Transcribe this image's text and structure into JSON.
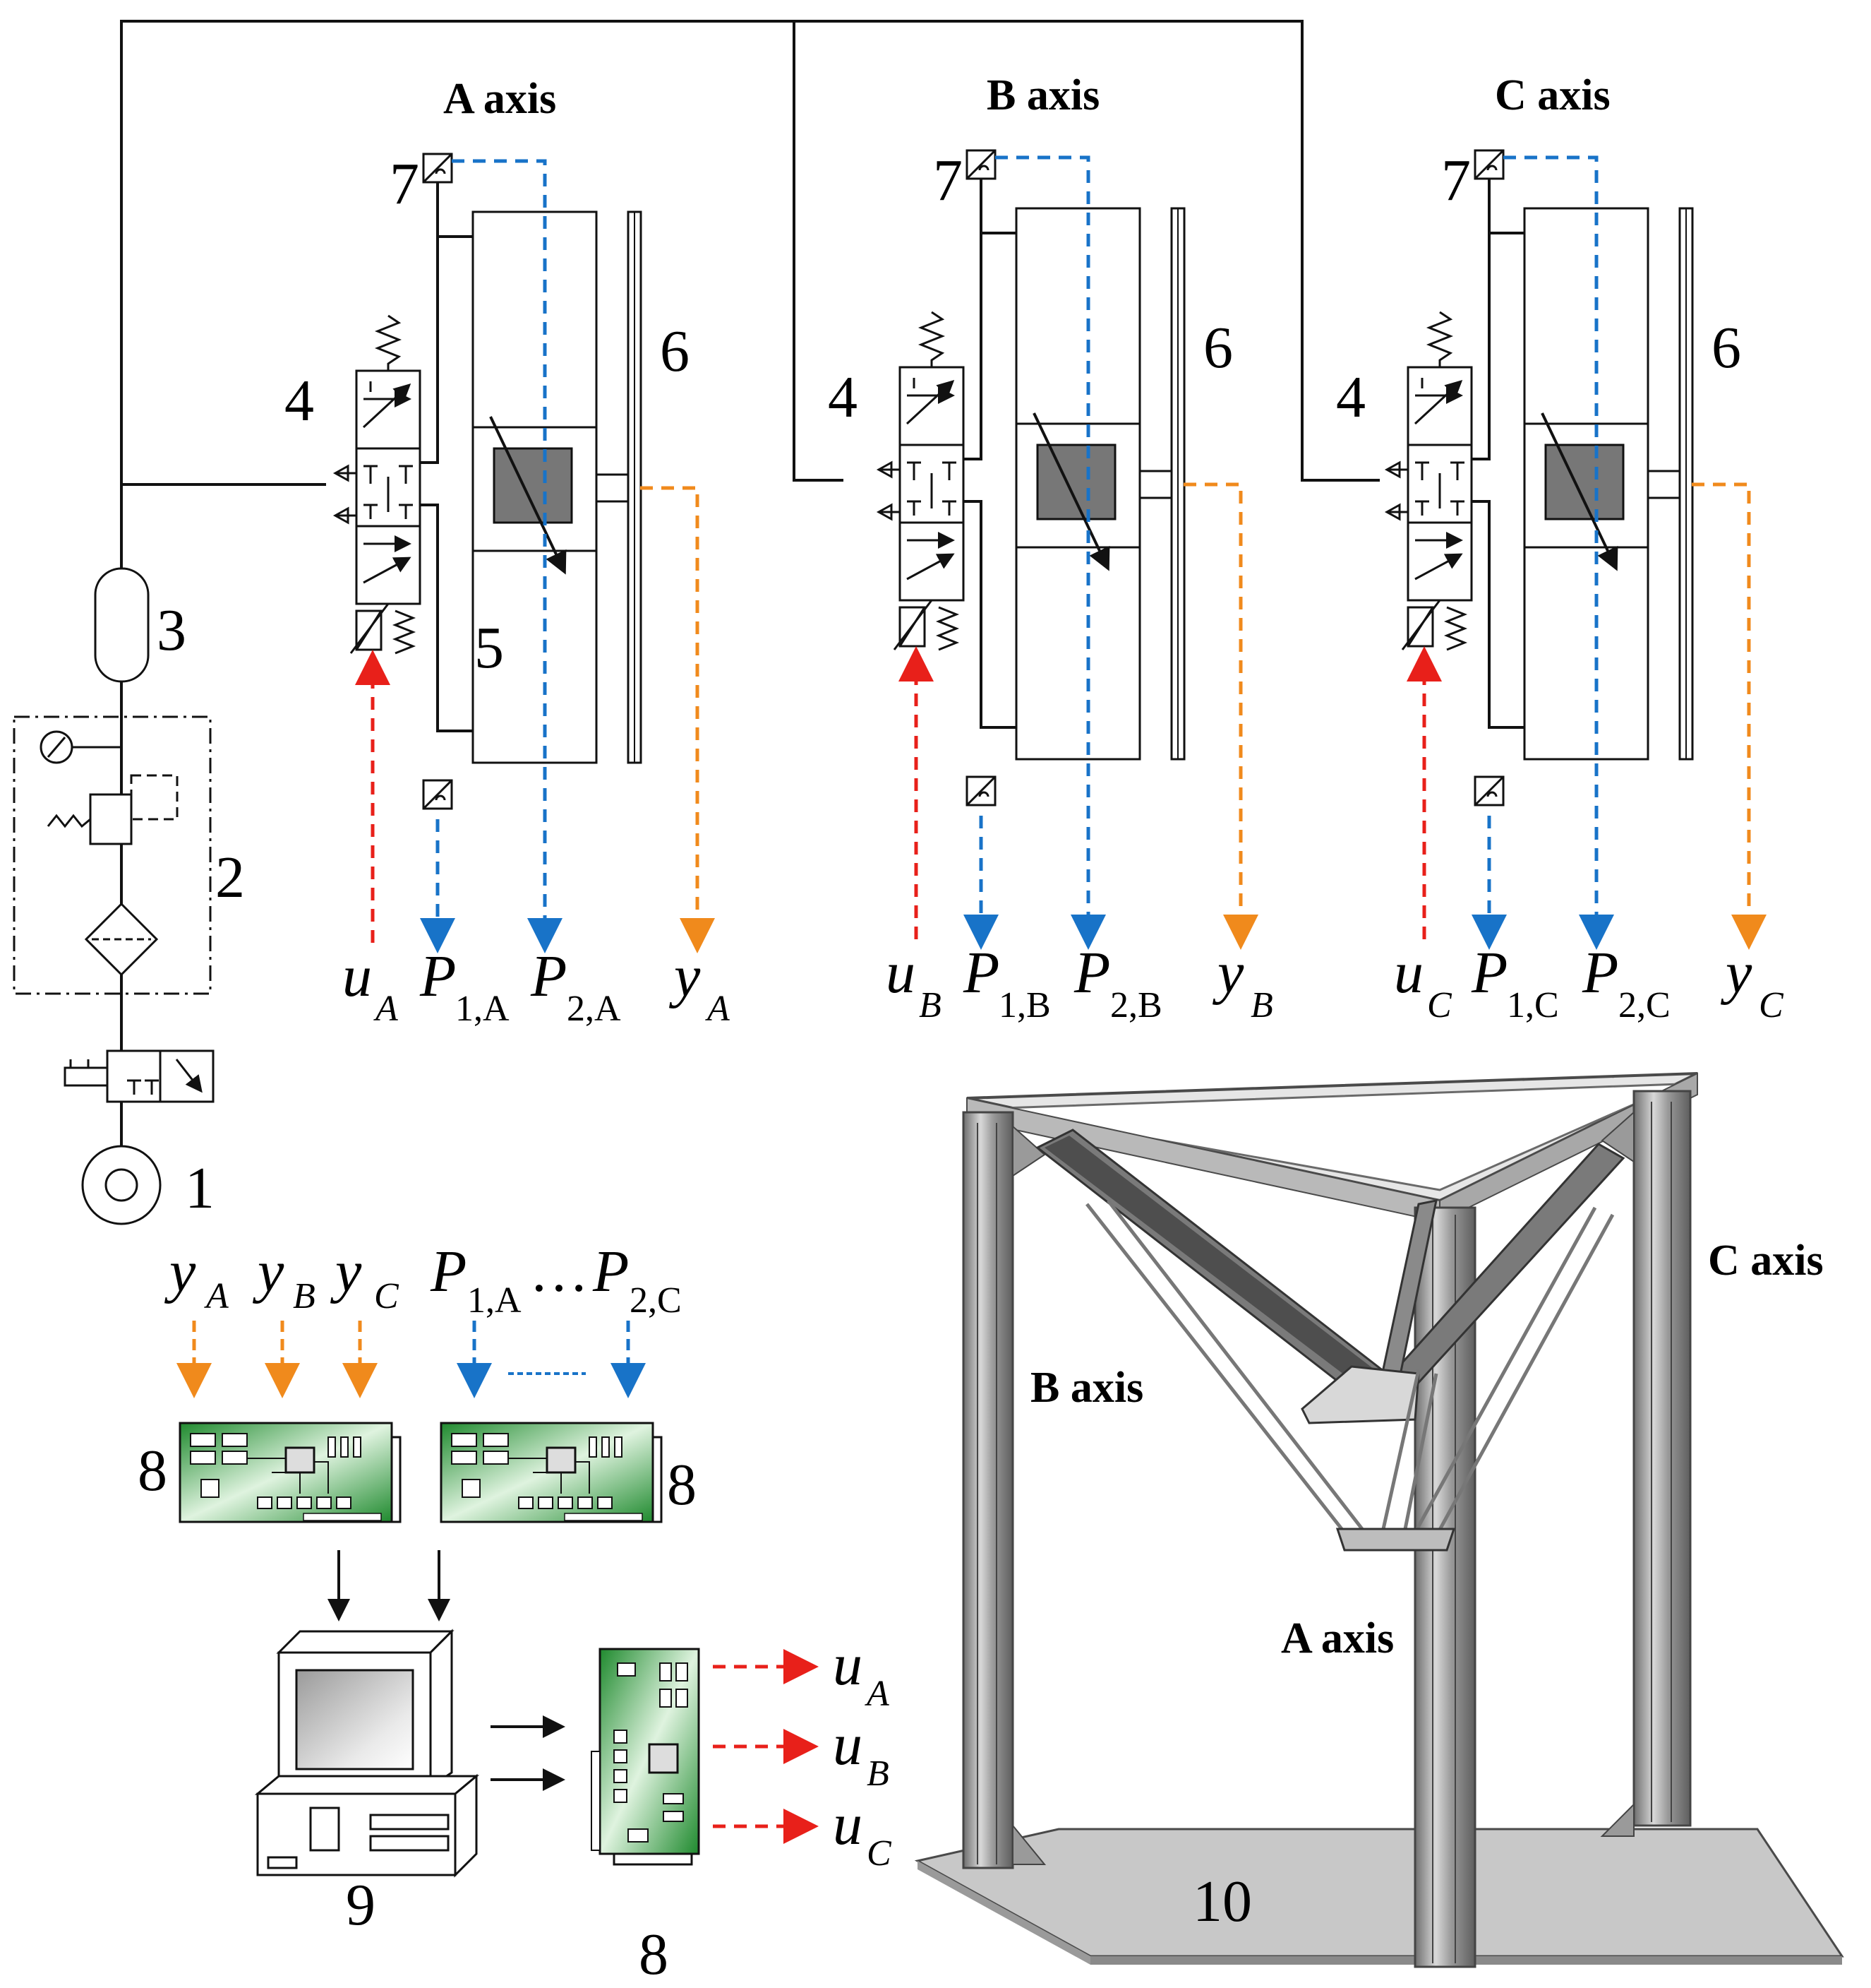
{
  "colors": {
    "control": "#e8201a",
    "pressure": "#1873c8",
    "position": "#f08a1c",
    "line": "#111111",
    "board": "#2e9a3c",
    "frame": "#8f8f8f",
    "base": "#c9c9c9"
  },
  "axes": [
    {
      "title": "A axis",
      "num4": "4",
      "num5": "5",
      "num6": "6",
      "num7": "7",
      "u": "u",
      "u_sub": "A",
      "p1": "P",
      "p1_sub": "1,A",
      "p2": "P",
      "p2_sub": "2,A",
      "y": "y",
      "y_sub": "A"
    },
    {
      "title": "B axis",
      "num4": "4",
      "num6": "6",
      "num7": "7",
      "u": "u",
      "u_sub": "B",
      "p1": "P",
      "p1_sub": "1,B",
      "p2": "P",
      "p2_sub": "2,B",
      "y": "y",
      "y_sub": "B"
    },
    {
      "title": "C axis",
      "num4": "4",
      "num6": "6",
      "num7": "7",
      "u": "u",
      "u_sub": "C",
      "p1": "P",
      "p1_sub": "1,C",
      "p2": "P",
      "p2_sub": "2,C",
      "y": "y",
      "y_sub": "C"
    }
  ],
  "supply": {
    "label1": "1",
    "label2": "2",
    "label3": "3"
  },
  "daq": {
    "yA": "y",
    "yA_sub": "A",
    "yB": "y",
    "yB_sub": "B",
    "yC": "y",
    "yC_sub": "C",
    "p_first": "P",
    "p_first_sub": "1,A",
    "ellipsis": "…",
    "p_last": "P",
    "p_last_sub": "2,C",
    "board_left_label": "8",
    "board_right_label": "8",
    "board_out_label": "8",
    "computer_label": "9",
    "outputs": [
      {
        "var": "u",
        "sub": "A"
      },
      {
        "var": "u",
        "sub": "B"
      },
      {
        "var": "u",
        "sub": "C"
      }
    ]
  },
  "robot": {
    "label_b": "B axis",
    "label_c": "C axis",
    "label_a": "A axis",
    "label_base": "10"
  },
  "icons": [
    "pressure-gauge-icon",
    "filter-icon",
    "pressure-sensor-icon",
    "computer-icon",
    "daq-board-icon"
  ]
}
